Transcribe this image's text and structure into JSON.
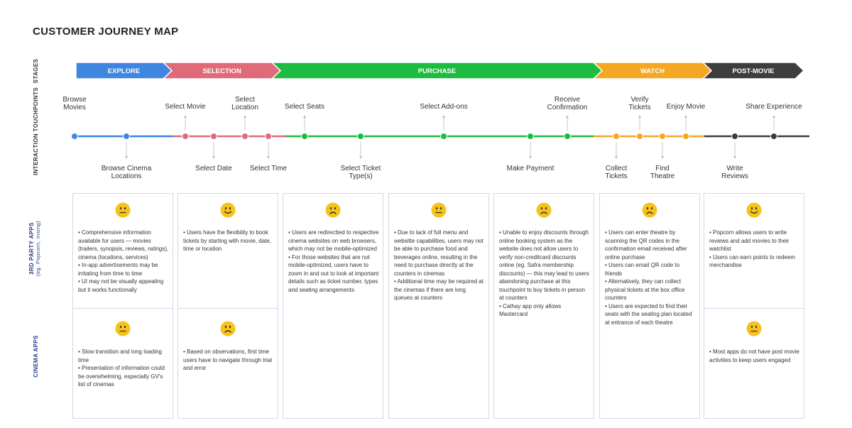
{
  "title": "CUSTOMER JOURNEY MAP",
  "row_labels": {
    "stages": "STAGES",
    "touchpoints": "INTERACTION TOUCHPOINTS",
    "third_party": "3RD PARTY APPS",
    "third_party_sub": "(eg. Popcorn, Insing)",
    "cinema": "CINEMA APPS"
  },
  "stages": [
    {
      "label": "EXPLORE",
      "color": "#3f86e0"
    },
    {
      "label": "SELECTION",
      "color": "#e06a78"
    },
    {
      "label": "PURCHASE",
      "color": "#1dbb3f"
    },
    {
      "label": "WATCH",
      "color": "#f5a623"
    },
    {
      "label": "POST-MOVIE",
      "color": "#3d3d3d"
    }
  ],
  "touchpoints": [
    {
      "label": "Browse\nMovies",
      "stage": 0,
      "pos": "top"
    },
    {
      "label": "Browse Cinema\nLocations",
      "stage": 0,
      "pos": "bottom"
    },
    {
      "label": "Select Movie",
      "stage": 1,
      "pos": "top"
    },
    {
      "label": "Select Date",
      "stage": 1,
      "pos": "bottom"
    },
    {
      "label": "Select\nLocation",
      "stage": 1,
      "pos": "top"
    },
    {
      "label": "Select Time",
      "stage": 1,
      "pos": "bottom"
    },
    {
      "label": "Select Seats",
      "stage": 2,
      "pos": "top"
    },
    {
      "label": "Select Ticket\nType(s)",
      "stage": 2,
      "pos": "bottom"
    },
    {
      "label": "Select Add-ons",
      "stage": 2,
      "pos": "top"
    },
    {
      "label": "Make Payment",
      "stage": 2,
      "pos": "bottom"
    },
    {
      "label": "Receive\nConfirmation",
      "stage": 2,
      "pos": "top"
    },
    {
      "label": "Collect\nTickets",
      "stage": 3,
      "pos": "bottom"
    },
    {
      "label": "Verify\nTickets",
      "stage": 3,
      "pos": "top"
    },
    {
      "label": "Find\nTheatre",
      "stage": 3,
      "pos": "bottom"
    },
    {
      "label": "Enjoy Movie",
      "stage": 3,
      "pos": "top"
    },
    {
      "label": "Write\nReviews",
      "stage": 4,
      "pos": "bottom"
    },
    {
      "label": "Share Experience",
      "stage": 4,
      "pos": "top"
    }
  ],
  "third_party": [
    {
      "mood": "neutral",
      "bullets": [
        "• Comprehensive information available for users — movies (trailers, synopsis, reviews, ratings), cinema (locations, services)",
        "• In-app advertisements may be irritating from time to time",
        "• UI may not be visually appealing but it works functionally"
      ]
    },
    {
      "mood": "happy",
      "bullets": [
        "• Users have the flexibility to book tickets by starting with movie, date, time or location"
      ]
    },
    {
      "mood": "sad",
      "bullets": [
        "• Users are redirectted to respective cinema websites on web browsers, which may not be mobile-optimized",
        "• For those websites that are not mobile-optimized, users have to zoom in and out to look at important details such as ticket number, types and seating arrangements"
      ]
    },
    {
      "mood": "neutral",
      "bullets": [
        "• Due to lack of full menu and websitte capabilities, users may not be able to purchase food and beverages online, resulting in the need to purchase directly at the counters in cinemas",
        "• Additional time may be required at the cinemas if there are long queues at counters"
      ]
    },
    {
      "mood": "sad",
      "bullets": [
        "• Unable to enjoy discounts through online booking system as the website does not allow users to verify non-creditcard discounts online (eg. Safra membership discounts) — this may lead to users abandoning purchase at this touchpoint to buy tickets in person at counters",
        "• Cathay app only allows Mastercard"
      ]
    },
    {
      "mood": "sad",
      "bullets": [
        "• Users can enter theatre by scanning the QR codes in the confirmation email received after online purchase",
        "• Users can email QR code to friends",
        "• Alternatively, they can collect physical tickets at the box office counters",
        "• Users are expected to find their seats with the seating plan located at entrance of each theatre"
      ]
    },
    {
      "mood": "happy",
      "bullets": [
        "• Popcorn allows users to write reviews and add movies to their watchlist",
        "• Users can earn points to redeem merchandise"
      ]
    }
  ],
  "cinema": [
    {
      "mood": "neutral",
      "bullets": [
        "• Slow transition and long loading time",
        "• Presentation of information could be overwhelming, especially GV's list of cinemas"
      ]
    },
    {
      "mood": "sad",
      "bullets": [
        "• Based on observations, first time users have to navigate through trial and error"
      ]
    },
    null,
    null,
    null,
    null,
    {
      "mood": "neutral",
      "bullets": [
        "• Most apps do not have post movie activities to keep users engaged"
      ]
    }
  ],
  "colors": {
    "face": "#f6c21c",
    "face_stroke": "#333333",
    "card_border": "#d6d6e6",
    "stem": "#bbbbbb"
  }
}
